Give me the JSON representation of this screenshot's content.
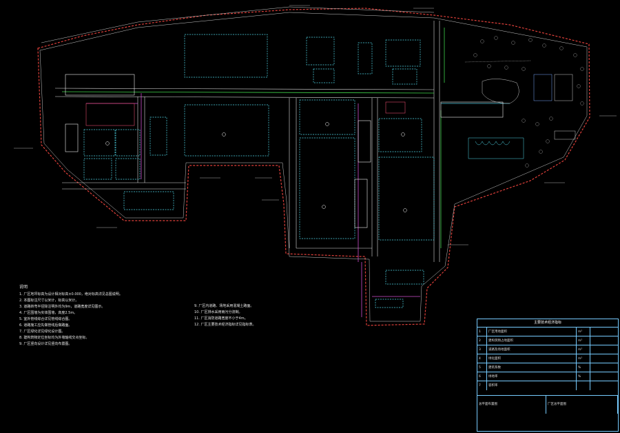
{
  "plan": {
    "notes_heading": "说明",
    "notes_left": [
      "1. 厂区地坪标高为设计相对标高±0.000，绝对标高详见总图说明。",
      "2. 本图标注尺寸以米计，标高以米计。",
      "3. 道路转弯半径除注明外均为9m，道路宽度详见图示。",
      "4. 厂区围墙为实体围墙，高度2.5m。",
      "5. 室外管线综合详见管线综合图。",
      "6. 道路施工应先做管线后做路面。",
      "7. 厂区绿化详见绿化设计图。",
      "8. 建构筑物定位坐标均为外墙轴线交点坐标。",
      "9. 厂区竖向设计详见竖向布置图。"
    ],
    "notes_right": [
      "9. 厂区内道路、场地采用混凝土路面。",
      "10. 厂区排水采用雨污分流制。",
      "11. 厂区消防道路宽度不小于4m。",
      "12. 厂区主要技术经济指标详见指标表。"
    ],
    "title_block": {
      "header": "主要技术经济指标",
      "rows": [
        [
          "1",
          "厂区用地面积",
          "m²"
        ],
        [
          "2",
          "建构筑物占地面积",
          "m²"
        ],
        [
          "3",
          "道路及场地面积",
          "m²"
        ],
        [
          "4",
          "绿化面积",
          "m²"
        ],
        [
          "5",
          "建筑系数",
          "%"
        ],
        [
          "6",
          "绿地率",
          "%"
        ],
        [
          "7",
          "容积率",
          ""
        ]
      ],
      "project": "总平面布置图",
      "drawing_name": "厂区总平面图"
    }
  }
}
